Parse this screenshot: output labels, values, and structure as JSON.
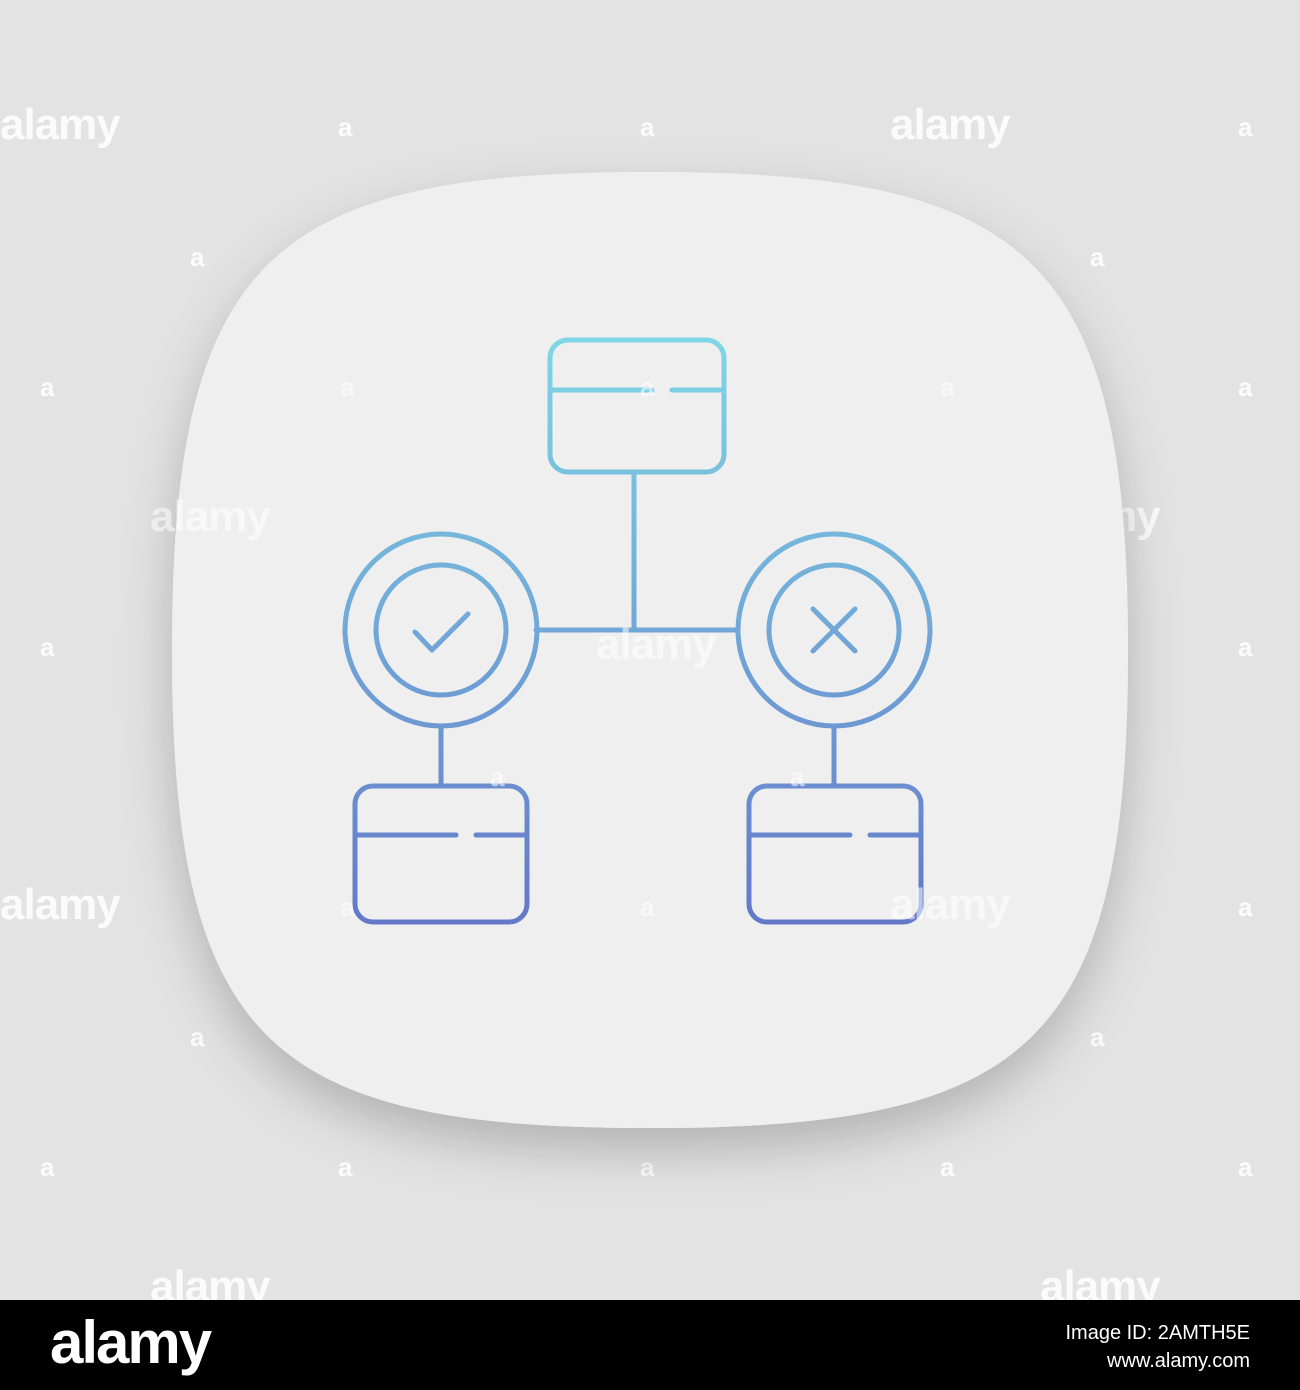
{
  "watermark": {
    "word": "alamy",
    "glyph": "a"
  },
  "icon": {
    "name": "decision-flowchart-app-icon",
    "gradient_top": "#7ed6e6",
    "gradient_bottom": "#6478c8",
    "card_color": "#efefef",
    "background_color": "#e3e3e3"
  },
  "footer": {
    "logo": "alamy",
    "image_id": "Image ID: 2AMTH5E",
    "url": "www.alamy.com"
  }
}
